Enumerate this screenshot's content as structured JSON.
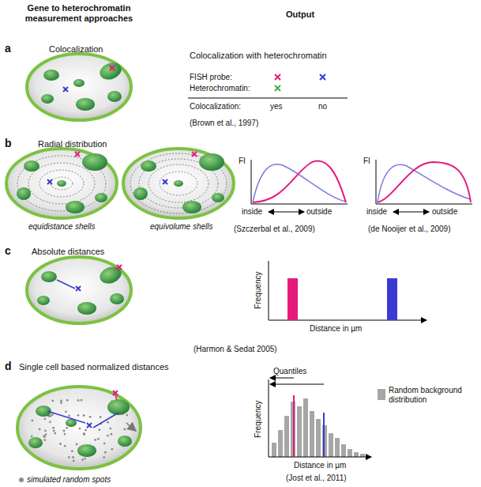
{
  "diagram": {
    "labels": [
      "Gene to heterochromatin measurement approaches",
      "Output",
      "a",
      "Colocalization",
      "Colocalization with heterochromatin",
      "FISH probe:",
      "Heterochromatin:",
      "Colocalization:",
      "yes",
      "no",
      "(Brown et al., 1997)",
      "b",
      "Radial distribution",
      "equidistance shells",
      "equivolume shells",
      "FI",
      "inside",
      "outside",
      "(Szczerbal et al., 2009)",
      "FI",
      "inside",
      "outside",
      "(de Nooijer et al., 2009)",
      "c",
      "Absolute distances",
      "Frequency",
      "Distance in µm",
      "(Harmon & Sedat 2005)",
      "d",
      "Single cell based normalized distances",
      "Quantiles",
      "Frequency",
      "Distance in µm",
      "(Jost et al., 2011)"
    ],
    "legend": [
      {
        "text": "simulated random spots",
        "color": "#8c8c8c"
      },
      {
        "text": "Random background distribution",
        "color": "#a6a6a6"
      }
    ]
  }
}
